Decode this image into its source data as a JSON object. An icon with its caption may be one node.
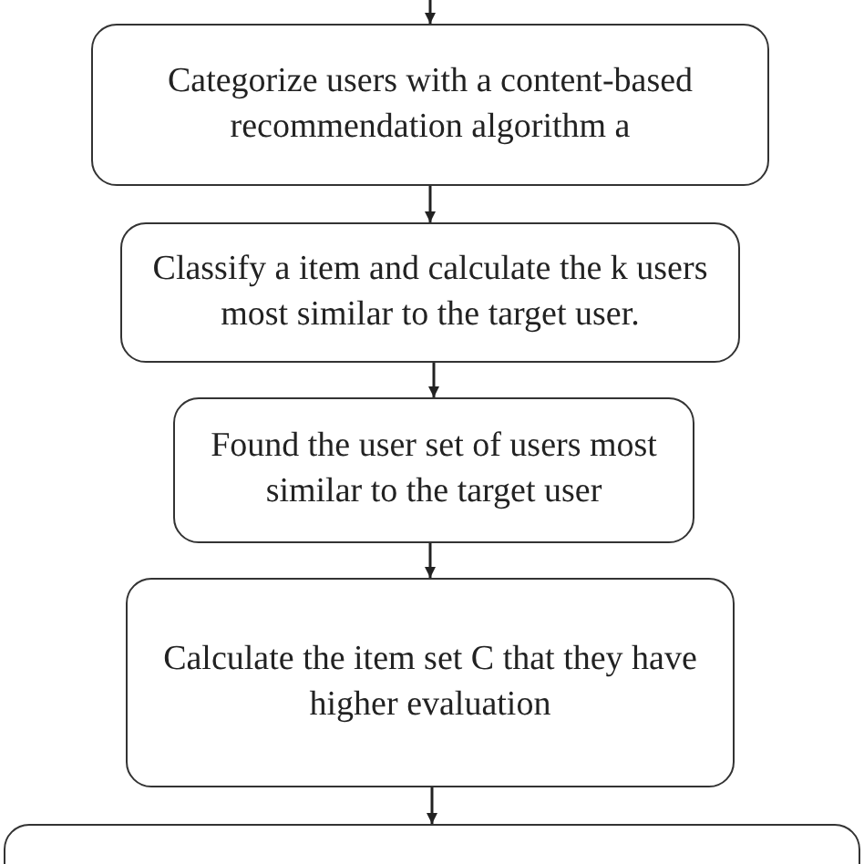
{
  "diagram": {
    "nodes": [
      {
        "text": [
          "Categorize users with a content-based recommendation algorithm a"
        ]
      },
      {
        "text": [
          "Classify a item and calculate the k users most similar to the target user."
        ]
      },
      {
        "text": [
          "Found the user set of users most similar to the target user"
        ]
      },
      {
        "text": [
          "Calculate the item set C that they have higher evaluation"
        ]
      },
      {
        "text": [],
        "shape": "box"
      }
    ],
    "edges": [
      {
        "from": null,
        "to": 0,
        "arrow": "to"
      },
      {
        "from": 0,
        "to": 1,
        "arrow": "to"
      },
      {
        "from": 1,
        "to": 2,
        "arrow": "to"
      },
      {
        "from": 2,
        "to": 3,
        "arrow": "to"
      },
      {
        "from": 3,
        "to": 4,
        "arrow": "to"
      }
    ]
  }
}
